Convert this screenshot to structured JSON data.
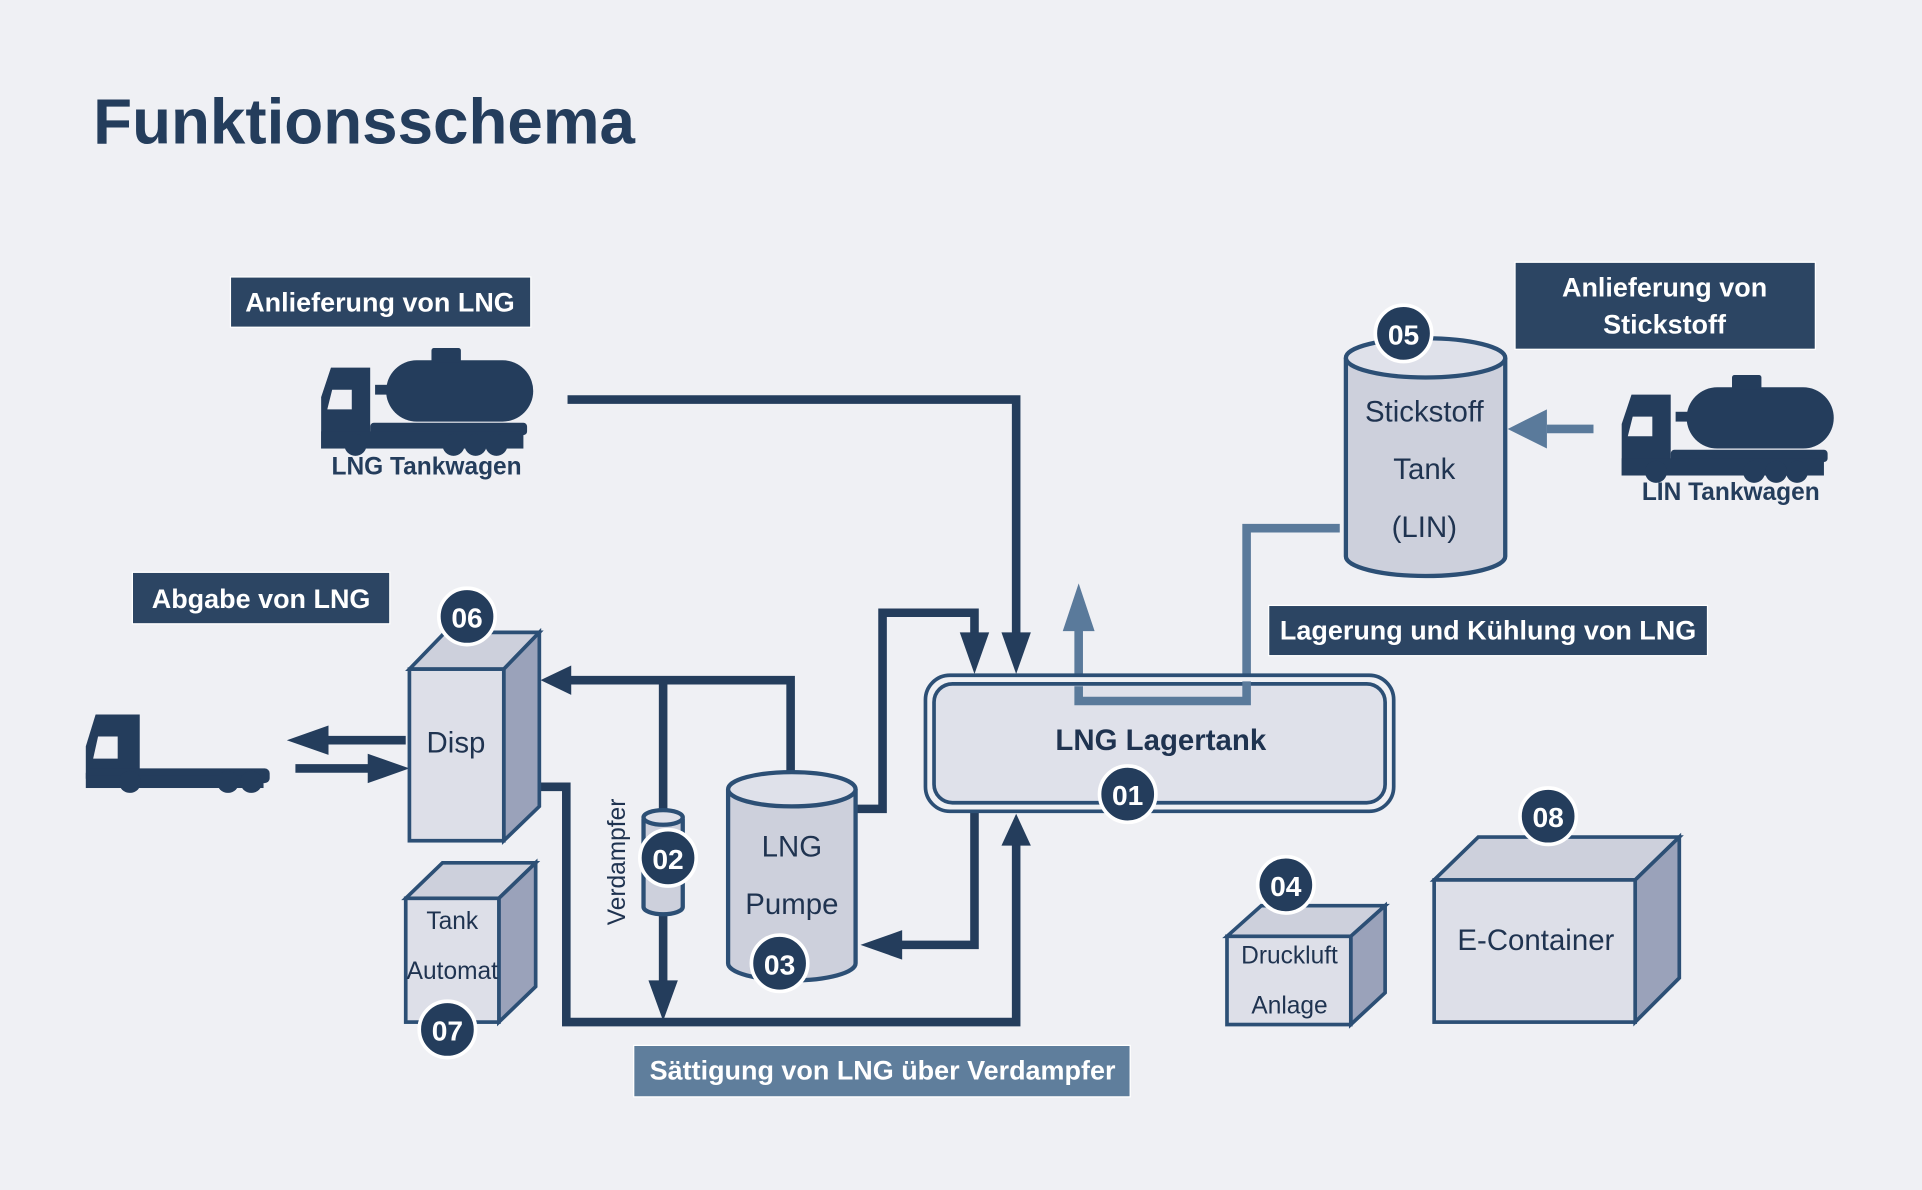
{
  "title": "Funktionsschema",
  "labels": {
    "delivery_lng": "Anlieferung von LNG",
    "delivery_n2_line1": "Anlieferung von",
    "delivery_n2_line2": "Stickstoff",
    "dispense_lng": "Abgabe von LNG",
    "storage_cooling": "Lagerung und Kühlung von LNG",
    "saturation": "Sättigung von LNG über Verdampfer"
  },
  "trucks": {
    "lng": "LNG Tankwagen",
    "lin": "LIN Tankwagen"
  },
  "components": {
    "c01": {
      "number": "01",
      "name": "LNG Lagertank"
    },
    "c02": {
      "number": "02",
      "name": "Verdampfer"
    },
    "c03": {
      "number": "03",
      "line1": "LNG",
      "line2": "Pumpe"
    },
    "c04": {
      "number": "04",
      "line1": "Druckluft",
      "line2": "Anlage"
    },
    "c05": {
      "number": "05",
      "line1": "Stickstoff",
      "line2": "Tank",
      "line3": "(LIN)"
    },
    "c06": {
      "number": "06",
      "name": "Disp"
    },
    "c07": {
      "number": "07",
      "line1": "Tank",
      "line2": "Automat"
    },
    "c08": {
      "number": "08",
      "name": "E-Container"
    }
  },
  "colors": {
    "background": "#eff0f4",
    "primary": "#243d5c",
    "secondary": "#5a7a9b",
    "component_fill": "#dddfe8"
  }
}
